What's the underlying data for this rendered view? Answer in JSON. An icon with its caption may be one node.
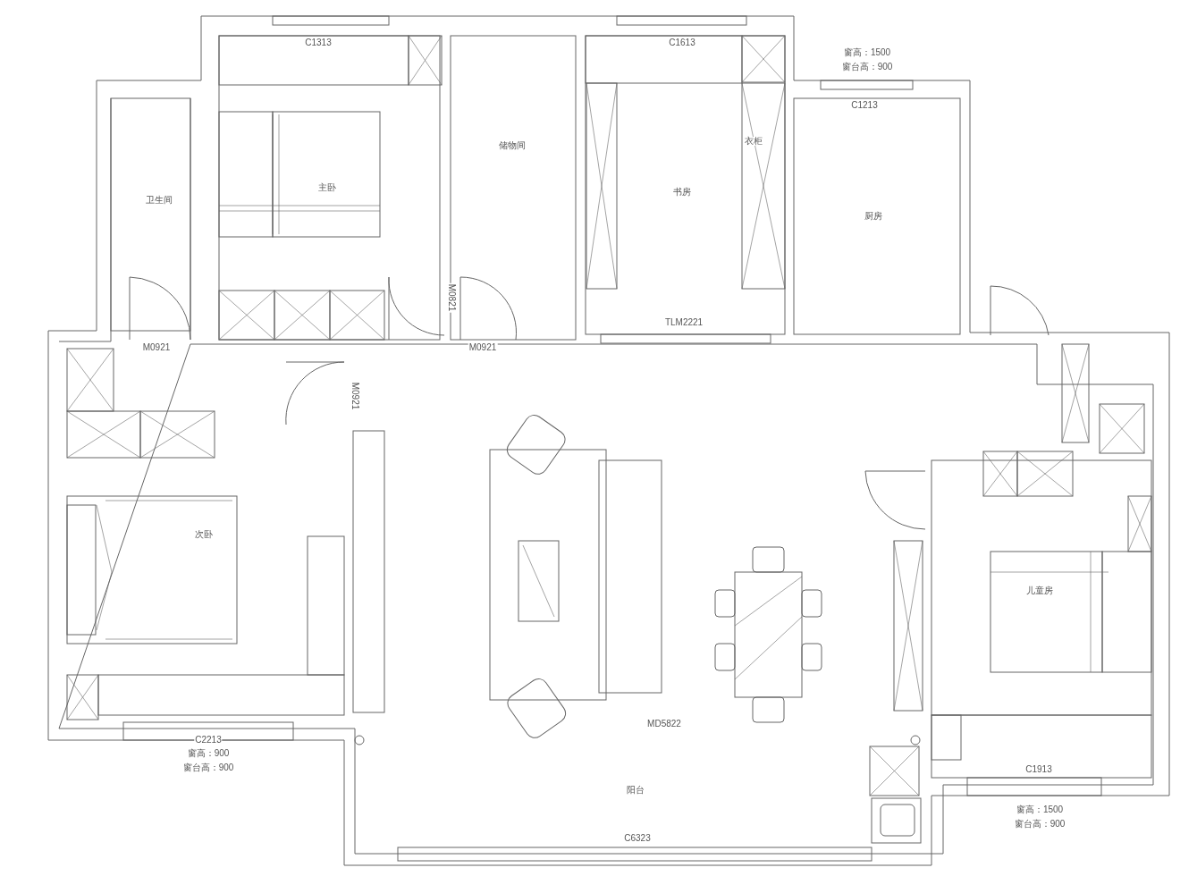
{
  "diagram": {
    "labels": [
      "C1313",
      "C1613",
      "窗高：1500",
      "窗台高：900",
      "C1213",
      "卫生间",
      "储物间",
      "主卧",
      "衣柜",
      "书房",
      "厨房",
      "M0821",
      "M0921",
      "M0921",
      "TLM2221",
      "M0921",
      "次卧",
      "儿童房",
      "MD5822",
      "C2213",
      "窗高：900",
      "窗台高：900",
      "阳台",
      "C1913",
      "窗高：1500",
      "窗台高：900",
      "C6323"
    ]
  }
}
